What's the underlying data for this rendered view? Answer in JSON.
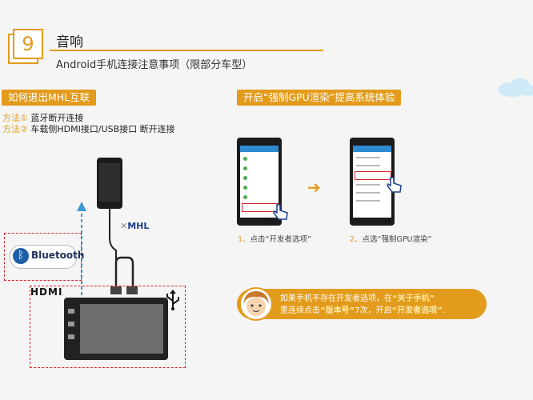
{
  "header": {
    "number": "9",
    "title": "音响",
    "subtitle": "Android手机连接注意事项（限部分车型）"
  },
  "left": {
    "section_title": "如何退出MHL互联",
    "method1_label": "方法①",
    "method1_text": "蓝牙断开连接",
    "method2_label": "方法②",
    "method2_text": "车载侧HDMI接口/USB接口 断开连接",
    "bluetooth_label": "Bluetooth",
    "mhl_label": "MHL",
    "hdmi_label": "HDMI"
  },
  "right": {
    "section_title": "开启“强制GPU渲染”提高系统体验",
    "step1_num": "1、",
    "step1_text": "点击“开发者选项”",
    "step2_num": "2、",
    "step2_text": "点选“强制GPU渲染”"
  },
  "note": {
    "part1": "如果手机不存在开发者选项，在",
    "hl1": "“关于手机”",
    "part2": "里连续点击",
    "hl2": "“版本号”",
    "part3": "7次，开启",
    "hl3": "“开发者选项”",
    "part4": "."
  },
  "colors": {
    "accent": "#e39b1b",
    "dash_red": "#d9272e",
    "bluetooth_blue": "#1f5fa8"
  }
}
